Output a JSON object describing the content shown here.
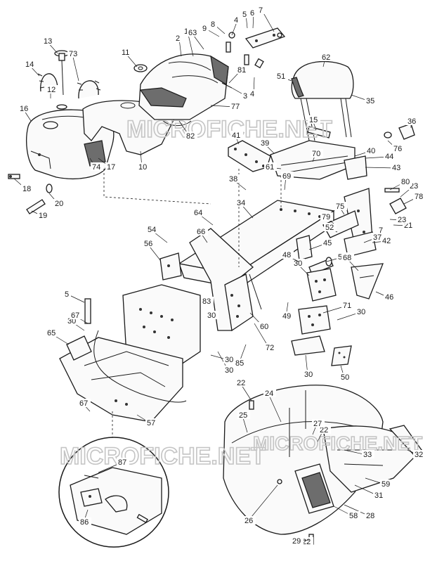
{
  "watermark": {
    "text": "MICROFICHE.NET",
    "color": "#c4c4c4"
  },
  "colors": {
    "line": "#1a1a1a",
    "paper": "#ffffff",
    "shade": "#6d6d6d"
  },
  "callouts": [
    {
      "id": "c1",
      "label": "1"
    },
    {
      "id": "c2",
      "label": "2"
    },
    {
      "id": "c3",
      "label": "3"
    },
    {
      "id": "c4a",
      "label": "4"
    },
    {
      "id": "c4b",
      "label": "4"
    },
    {
      "id": "c5",
      "label": "5"
    },
    {
      "id": "c6",
      "label": "6"
    },
    {
      "id": "c7a",
      "label": "7"
    },
    {
      "id": "c7b",
      "label": "7"
    },
    {
      "id": "c8",
      "label": "8"
    },
    {
      "id": "c9",
      "label": "9"
    },
    {
      "id": "c10",
      "label": "10"
    },
    {
      "id": "c11",
      "label": "11"
    },
    {
      "id": "c12",
      "label": "12"
    },
    {
      "id": "c13",
      "label": "13"
    },
    {
      "id": "c14",
      "label": "14"
    },
    {
      "id": "c15",
      "label": "15"
    },
    {
      "id": "c16",
      "label": "16"
    },
    {
      "id": "c17",
      "label": "17"
    },
    {
      "id": "c18",
      "label": "18"
    },
    {
      "id": "c19",
      "label": "19"
    },
    {
      "id": "c20",
      "label": "20"
    },
    {
      "id": "c21",
      "label": "21"
    },
    {
      "id": "c22a",
      "label": "22"
    },
    {
      "id": "c22b",
      "label": "22"
    },
    {
      "id": "c22c",
      "label": "22"
    },
    {
      "id": "c23a",
      "label": "23"
    },
    {
      "id": "c23b",
      "label": "23"
    },
    {
      "id": "c24",
      "label": "24"
    },
    {
      "id": "c25",
      "label": "25"
    },
    {
      "id": "c26",
      "label": "26"
    },
    {
      "id": "c27",
      "label": "27"
    },
    {
      "id": "c28",
      "label": "28"
    },
    {
      "id": "c29",
      "label": "29"
    },
    {
      "id": "c30a",
      "label": "30"
    },
    {
      "id": "c30b",
      "label": "30"
    },
    {
      "id": "c30c",
      "label": "30"
    },
    {
      "id": "c30d",
      "label": "30"
    },
    {
      "id": "c30e",
      "label": "30"
    },
    {
      "id": "c30f",
      "label": "30"
    },
    {
      "id": "c30g",
      "label": "30"
    },
    {
      "id": "c31",
      "label": "31"
    },
    {
      "id": "c32",
      "label": "32"
    },
    {
      "id": "c33",
      "label": "33"
    },
    {
      "id": "c34",
      "label": "34"
    },
    {
      "id": "c35",
      "label": "35"
    },
    {
      "id": "c36",
      "label": "36"
    },
    {
      "id": "c37",
      "label": "37"
    },
    {
      "id": "c38",
      "label": "38"
    },
    {
      "id": "c39",
      "label": "39"
    },
    {
      "id": "c40",
      "label": "40"
    },
    {
      "id": "c41",
      "label": "41"
    },
    {
      "id": "c42",
      "label": "42"
    },
    {
      "id": "c43",
      "label": "43"
    },
    {
      "id": "c44",
      "label": "44"
    },
    {
      "id": "c45",
      "label": "45"
    },
    {
      "id": "c46",
      "label": "46"
    },
    {
      "id": "c48",
      "label": "48"
    },
    {
      "id": "c49",
      "label": "49"
    },
    {
      "id": "c50",
      "label": "50"
    },
    {
      "id": "c51",
      "label": "51"
    },
    {
      "id": "c52",
      "label": "52"
    },
    {
      "id": "c53",
      "label": "53"
    },
    {
      "id": "c54",
      "label": "54"
    },
    {
      "id": "c56",
      "label": "56"
    },
    {
      "id": "c57",
      "label": "57"
    },
    {
      "id": "c58",
      "label": "58"
    },
    {
      "id": "c59",
      "label": "59"
    },
    {
      "id": "c60",
      "label": "60"
    },
    {
      "id": "c61",
      "label": "61"
    },
    {
      "id": "c62",
      "label": "62"
    },
    {
      "id": "c63",
      "label": "63"
    },
    {
      "id": "c64",
      "label": "64"
    },
    {
      "id": "c65",
      "label": "65"
    },
    {
      "id": "c66",
      "label": "66"
    },
    {
      "id": "c67a",
      "label": "67"
    },
    {
      "id": "c67b",
      "label": "67"
    },
    {
      "id": "c68",
      "label": "68"
    },
    {
      "id": "c69",
      "label": "69"
    },
    {
      "id": "c70",
      "label": "70"
    },
    {
      "id": "c71",
      "label": "71"
    },
    {
      "id": "c72",
      "label": "72"
    },
    {
      "id": "c73",
      "label": "73"
    },
    {
      "id": "c74",
      "label": "74"
    },
    {
      "id": "c75",
      "label": "75"
    },
    {
      "id": "c76",
      "label": "76"
    },
    {
      "id": "c77",
      "label": "77"
    },
    {
      "id": "c78",
      "label": "78"
    },
    {
      "id": "c79",
      "label": "79"
    },
    {
      "id": "c80",
      "label": "80"
    },
    {
      "id": "c81",
      "label": "81"
    },
    {
      "id": "c82",
      "label": "82"
    },
    {
      "id": "c83",
      "label": "83"
    },
    {
      "id": "c85",
      "label": "85"
    },
    {
      "id": "c86",
      "label": "86"
    },
    {
      "id": "c87",
      "label": "87"
    },
    {
      "id": "c5s",
      "label": "5"
    }
  ]
}
